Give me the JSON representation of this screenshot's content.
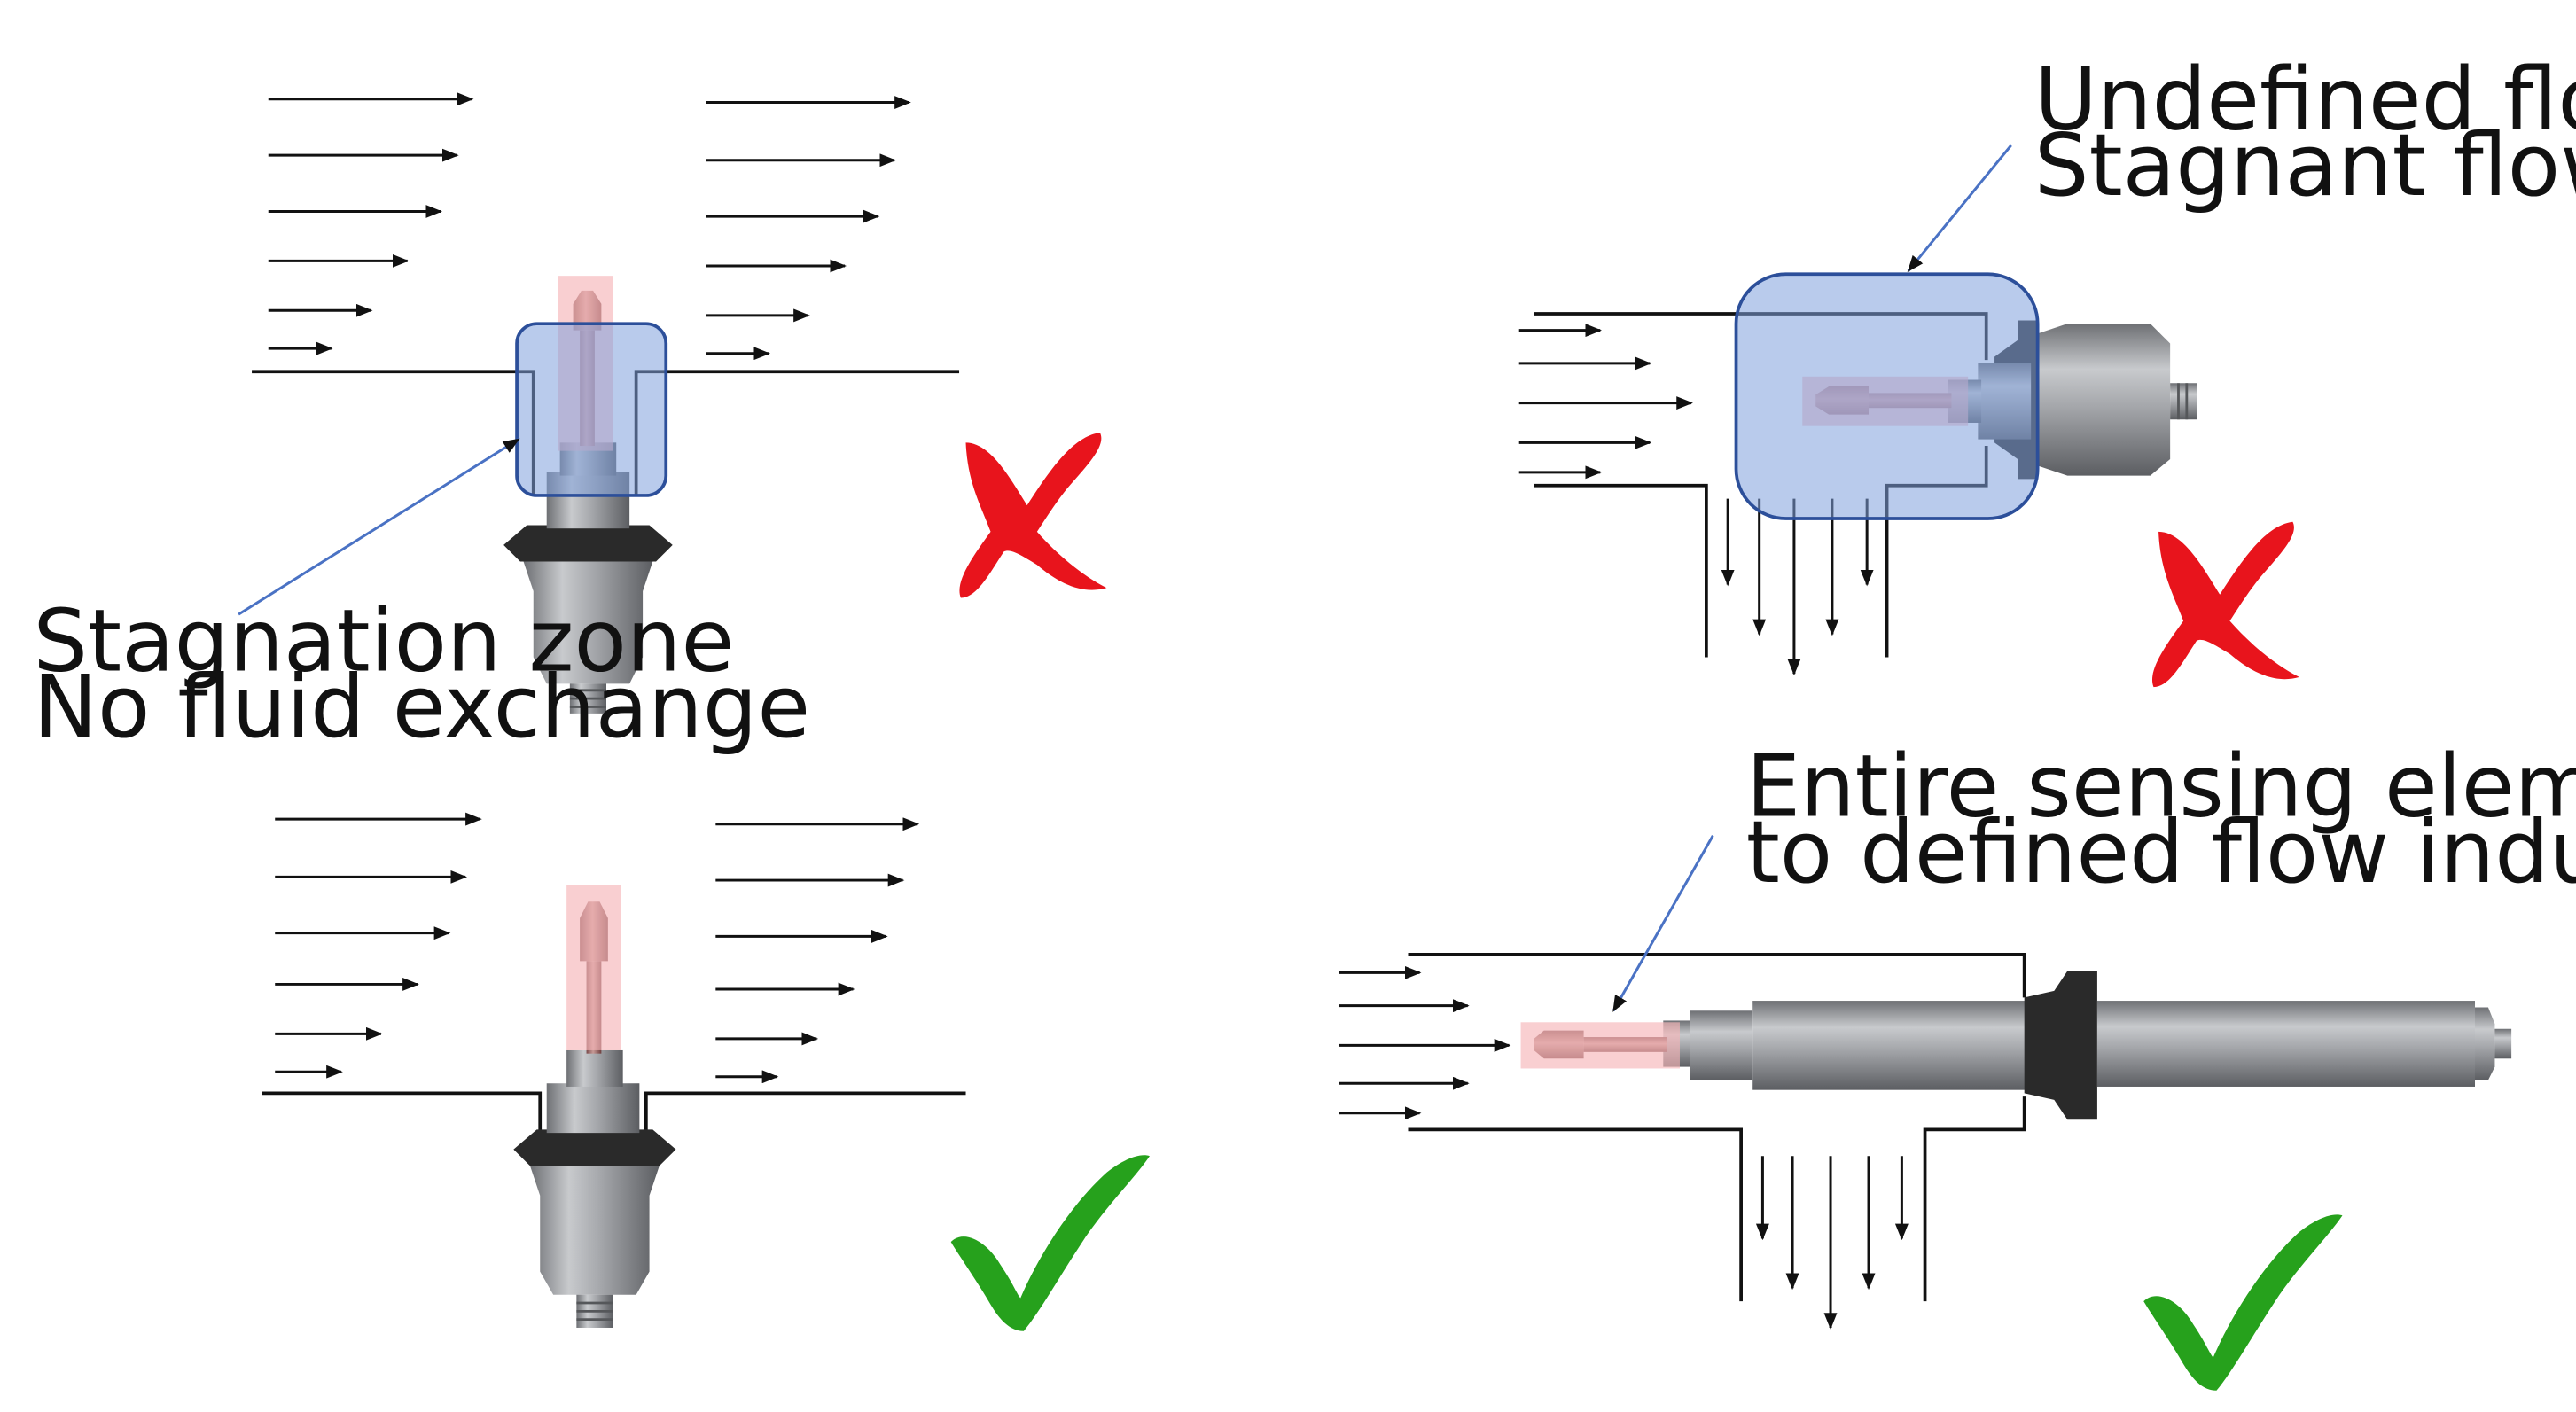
{
  "panels": {
    "top_left": {
      "callout": [
        "Stagnation zone",
        "No fluid exchange"
      ],
      "verdict": "cross-mark"
    },
    "top_right": {
      "callout": [
        "Undefined flow regime",
        "Stagnant flow"
      ],
      "verdict": "cross-mark"
    },
    "bottom_left": {
      "verdict": "check-mark"
    },
    "bottom_right": {
      "callout": [
        "Entire sensing element is exposed",
        "to defined flow induced shear"
      ],
      "verdict": "check-mark"
    }
  },
  "colors": {
    "reject": "#e8141c",
    "accept": "#26a11c",
    "stagnation_overlay": "#7fa0dc",
    "sensing_highlight": "#f6b6b8",
    "sensor_body": "#a4a6aa",
    "pointer_line": "#4a72c4"
  },
  "icons": [
    "flow-arrow",
    "sensor",
    "cross-mark",
    "check-mark"
  ]
}
